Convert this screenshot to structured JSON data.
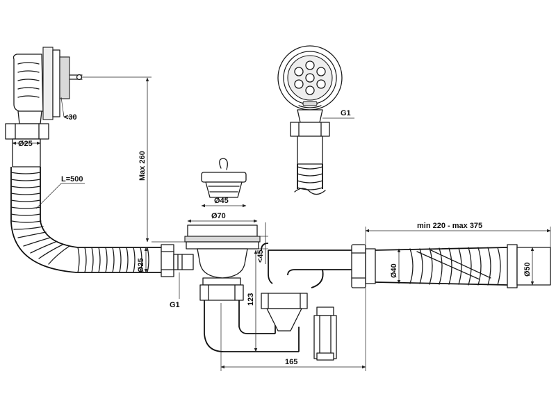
{
  "labels": {
    "angle_30": "<30",
    "dia_25_top": "Ø25",
    "length_500": "L=500",
    "max_260": "Max 260",
    "dia_45": "Ø45",
    "dia_70": "Ø70",
    "angle_45": "<45",
    "dia_25_inlet": "Ø25",
    "thread_g1_left": "G1",
    "height_123": "123",
    "width_165": "165",
    "min_max_length": "min 220 - max 375",
    "dia_40": "Ø40",
    "dia_50": "Ø50",
    "thread_g1_top": "G1"
  },
  "colors": {
    "stroke": "#1a1a1a",
    "fill_grey": "#d9d9d9",
    "background": "#ffffff"
  }
}
